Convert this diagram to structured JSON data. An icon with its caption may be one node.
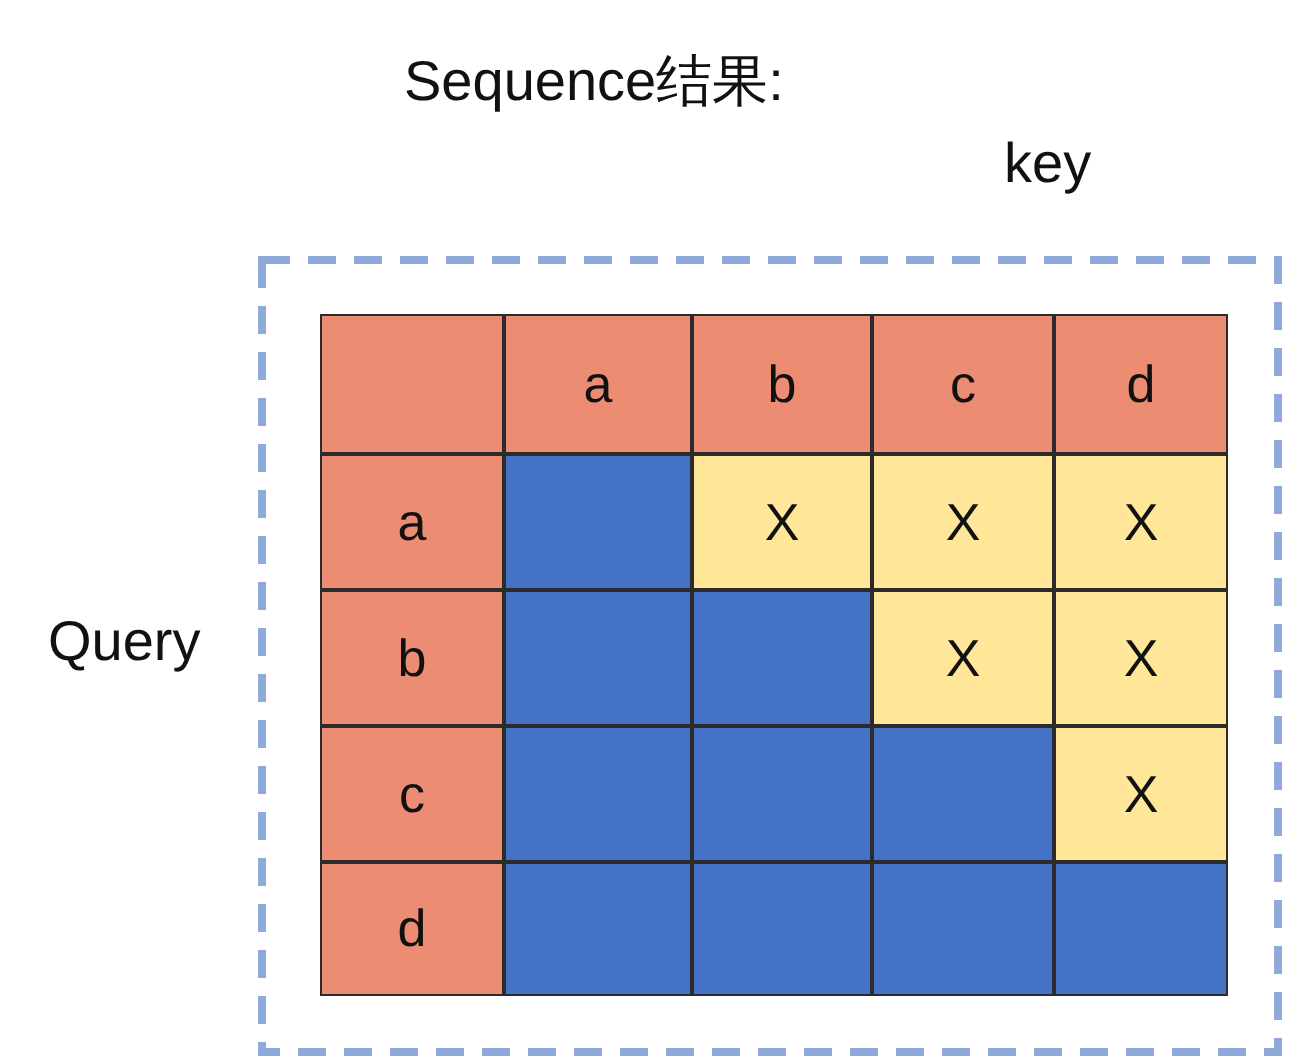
{
  "diagram": {
    "title": "Sequence结果:",
    "labels": [
      "key",
      "Query",
      "a",
      "b",
      "c",
      "d",
      "a",
      "X",
      "X",
      "X",
      "b",
      "X",
      "X",
      "c",
      "X",
      "d"
    ]
  }
}
